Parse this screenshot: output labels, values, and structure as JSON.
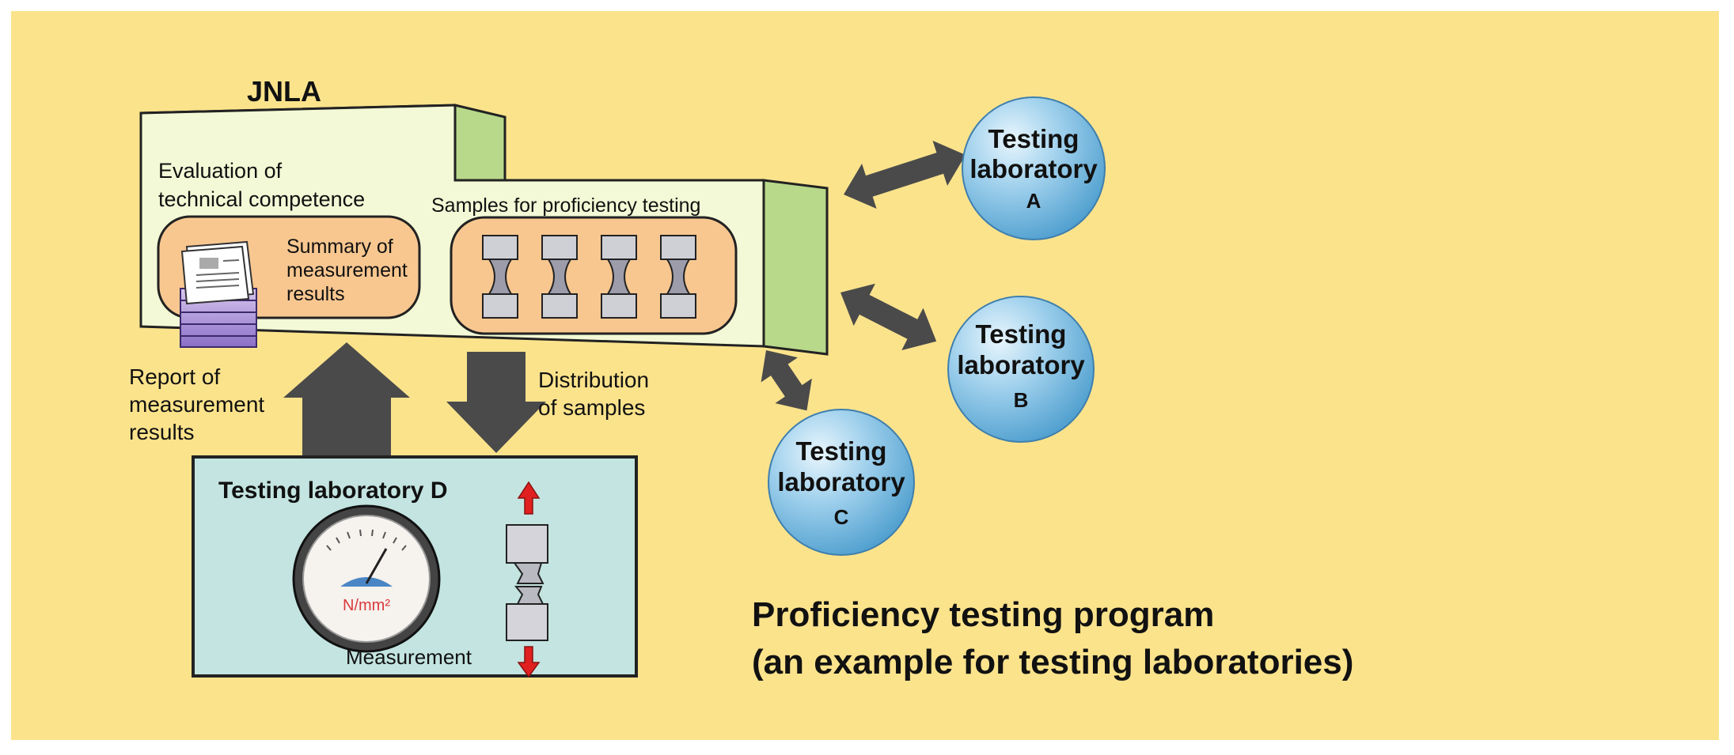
{
  "jnla": {
    "label": "JNLA",
    "evaluation_line1": "Evaluation of",
    "evaluation_line2": "technical competence",
    "summary_line1": "Summary of",
    "summary_line2": "measurement",
    "summary_line3": "results",
    "samples_label": "Samples for proficiency testing"
  },
  "flows": {
    "report_line1": "Report of",
    "report_line2": "measurement",
    "report_line3": "results",
    "distribution_line1": "Distribution",
    "distribution_line2": "of samples"
  },
  "lab_d": {
    "title": "Testing laboratory D",
    "gauge_unit": "N/mm²",
    "measurement_label": "Measurement"
  },
  "labs": [
    {
      "line1": "Testing",
      "line2": "laboratory",
      "line3": "A"
    },
    {
      "line1": "Testing",
      "line2": "laboratory",
      "line3": "B"
    },
    {
      "line1": "Testing",
      "line2": "laboratory",
      "line3": "C"
    }
  ],
  "caption": {
    "line1": "Proficiency testing program",
    "line2": "(an example for testing laboratories)"
  },
  "colors": {
    "background": "#fbe38c",
    "jnla_front": "#f3f9d6",
    "jnla_side": "#b8d88a",
    "inner_panel": "#f8c790",
    "lab_d_box": "#c3e4e0",
    "sphere": "#8fc8e6",
    "arrow": "#4a4a4a",
    "red_arrow": "#e02020"
  }
}
